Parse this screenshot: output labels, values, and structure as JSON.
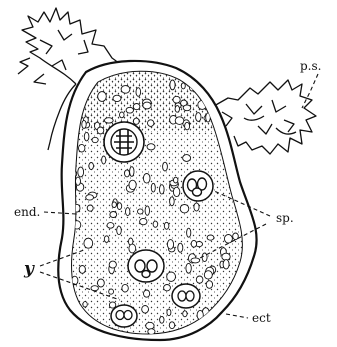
{
  "labels": {
    "ps": "p.s.",
    "end": "end.",
    "sp": "sp.",
    "y": "y",
    "ect": "ect"
  },
  "colors": {
    "ink": "#111111",
    "paper": "#ffffff",
    "stipple": "#333333"
  }
}
